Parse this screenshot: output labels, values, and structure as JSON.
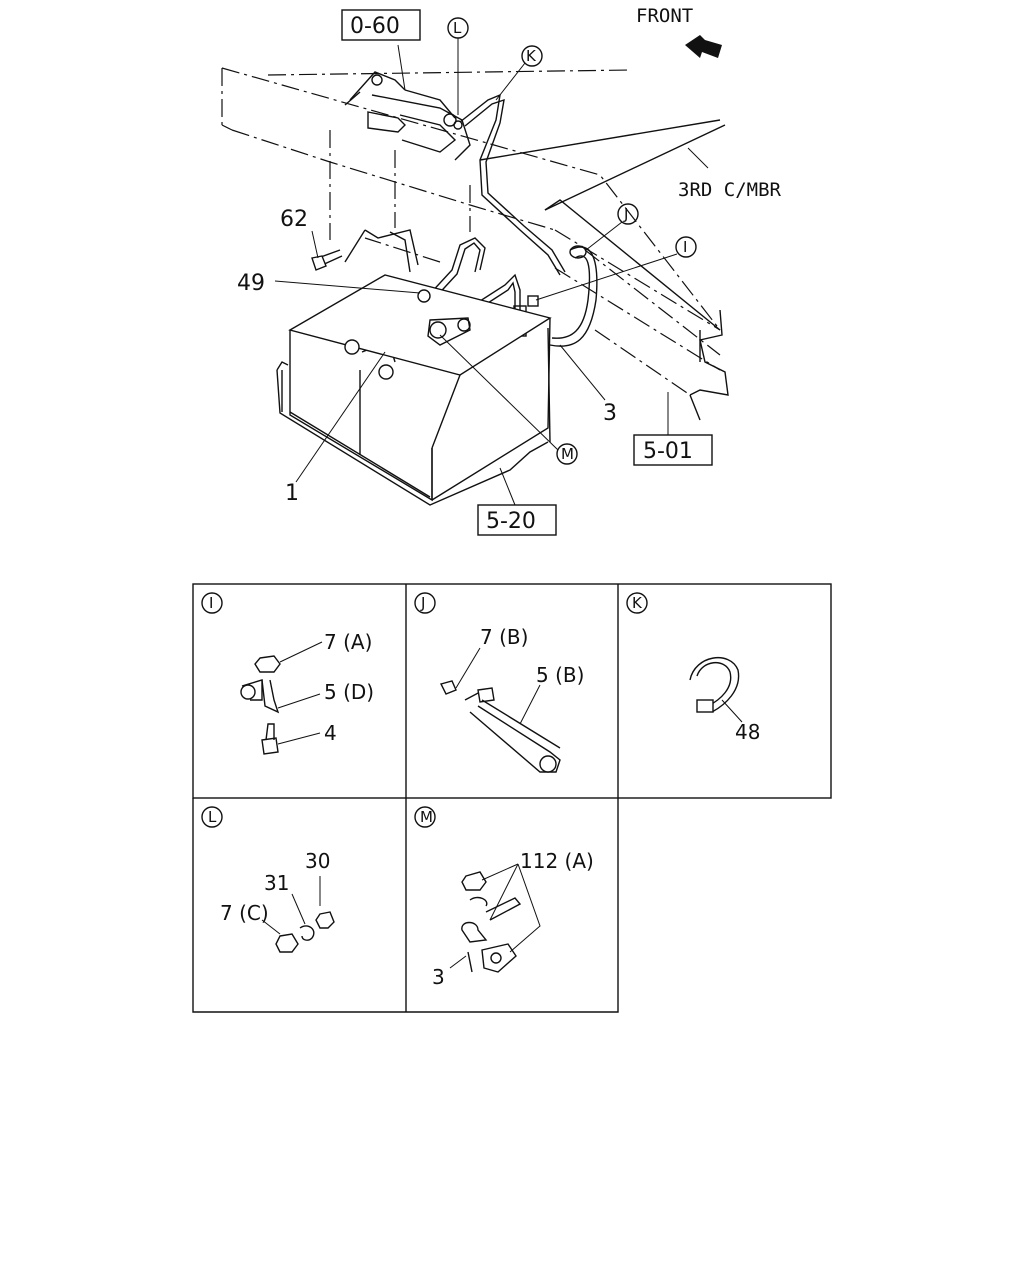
{
  "references": {
    "ref_0_60": "0-60",
    "ref_5_01": "5-01",
    "ref_5_20": "5-20"
  },
  "labels": {
    "front": "FRONT",
    "third_cross_member": "3RD C/MBR",
    "part_62": "62",
    "part_49": "49",
    "part_3": "3",
    "part_1": "1"
  },
  "callouts": {
    "I": "I",
    "J": "J",
    "K": "K",
    "L": "L",
    "M": "M"
  },
  "details": {
    "I": {
      "id": "I",
      "parts": [
        "7 (A)",
        "5 (D)",
        "4"
      ]
    },
    "J": {
      "id": "J",
      "parts": [
        "7 (B)",
        "5 (B)"
      ]
    },
    "K": {
      "id": "K",
      "parts": [
        "48"
      ]
    },
    "L": {
      "id": "L",
      "parts": [
        "30",
        "31",
        "7 (C)"
      ]
    },
    "M": {
      "id": "M",
      "parts": [
        "112 (A)",
        "3"
      ]
    }
  },
  "icons": {
    "front_arrow": "arrow-icon"
  }
}
